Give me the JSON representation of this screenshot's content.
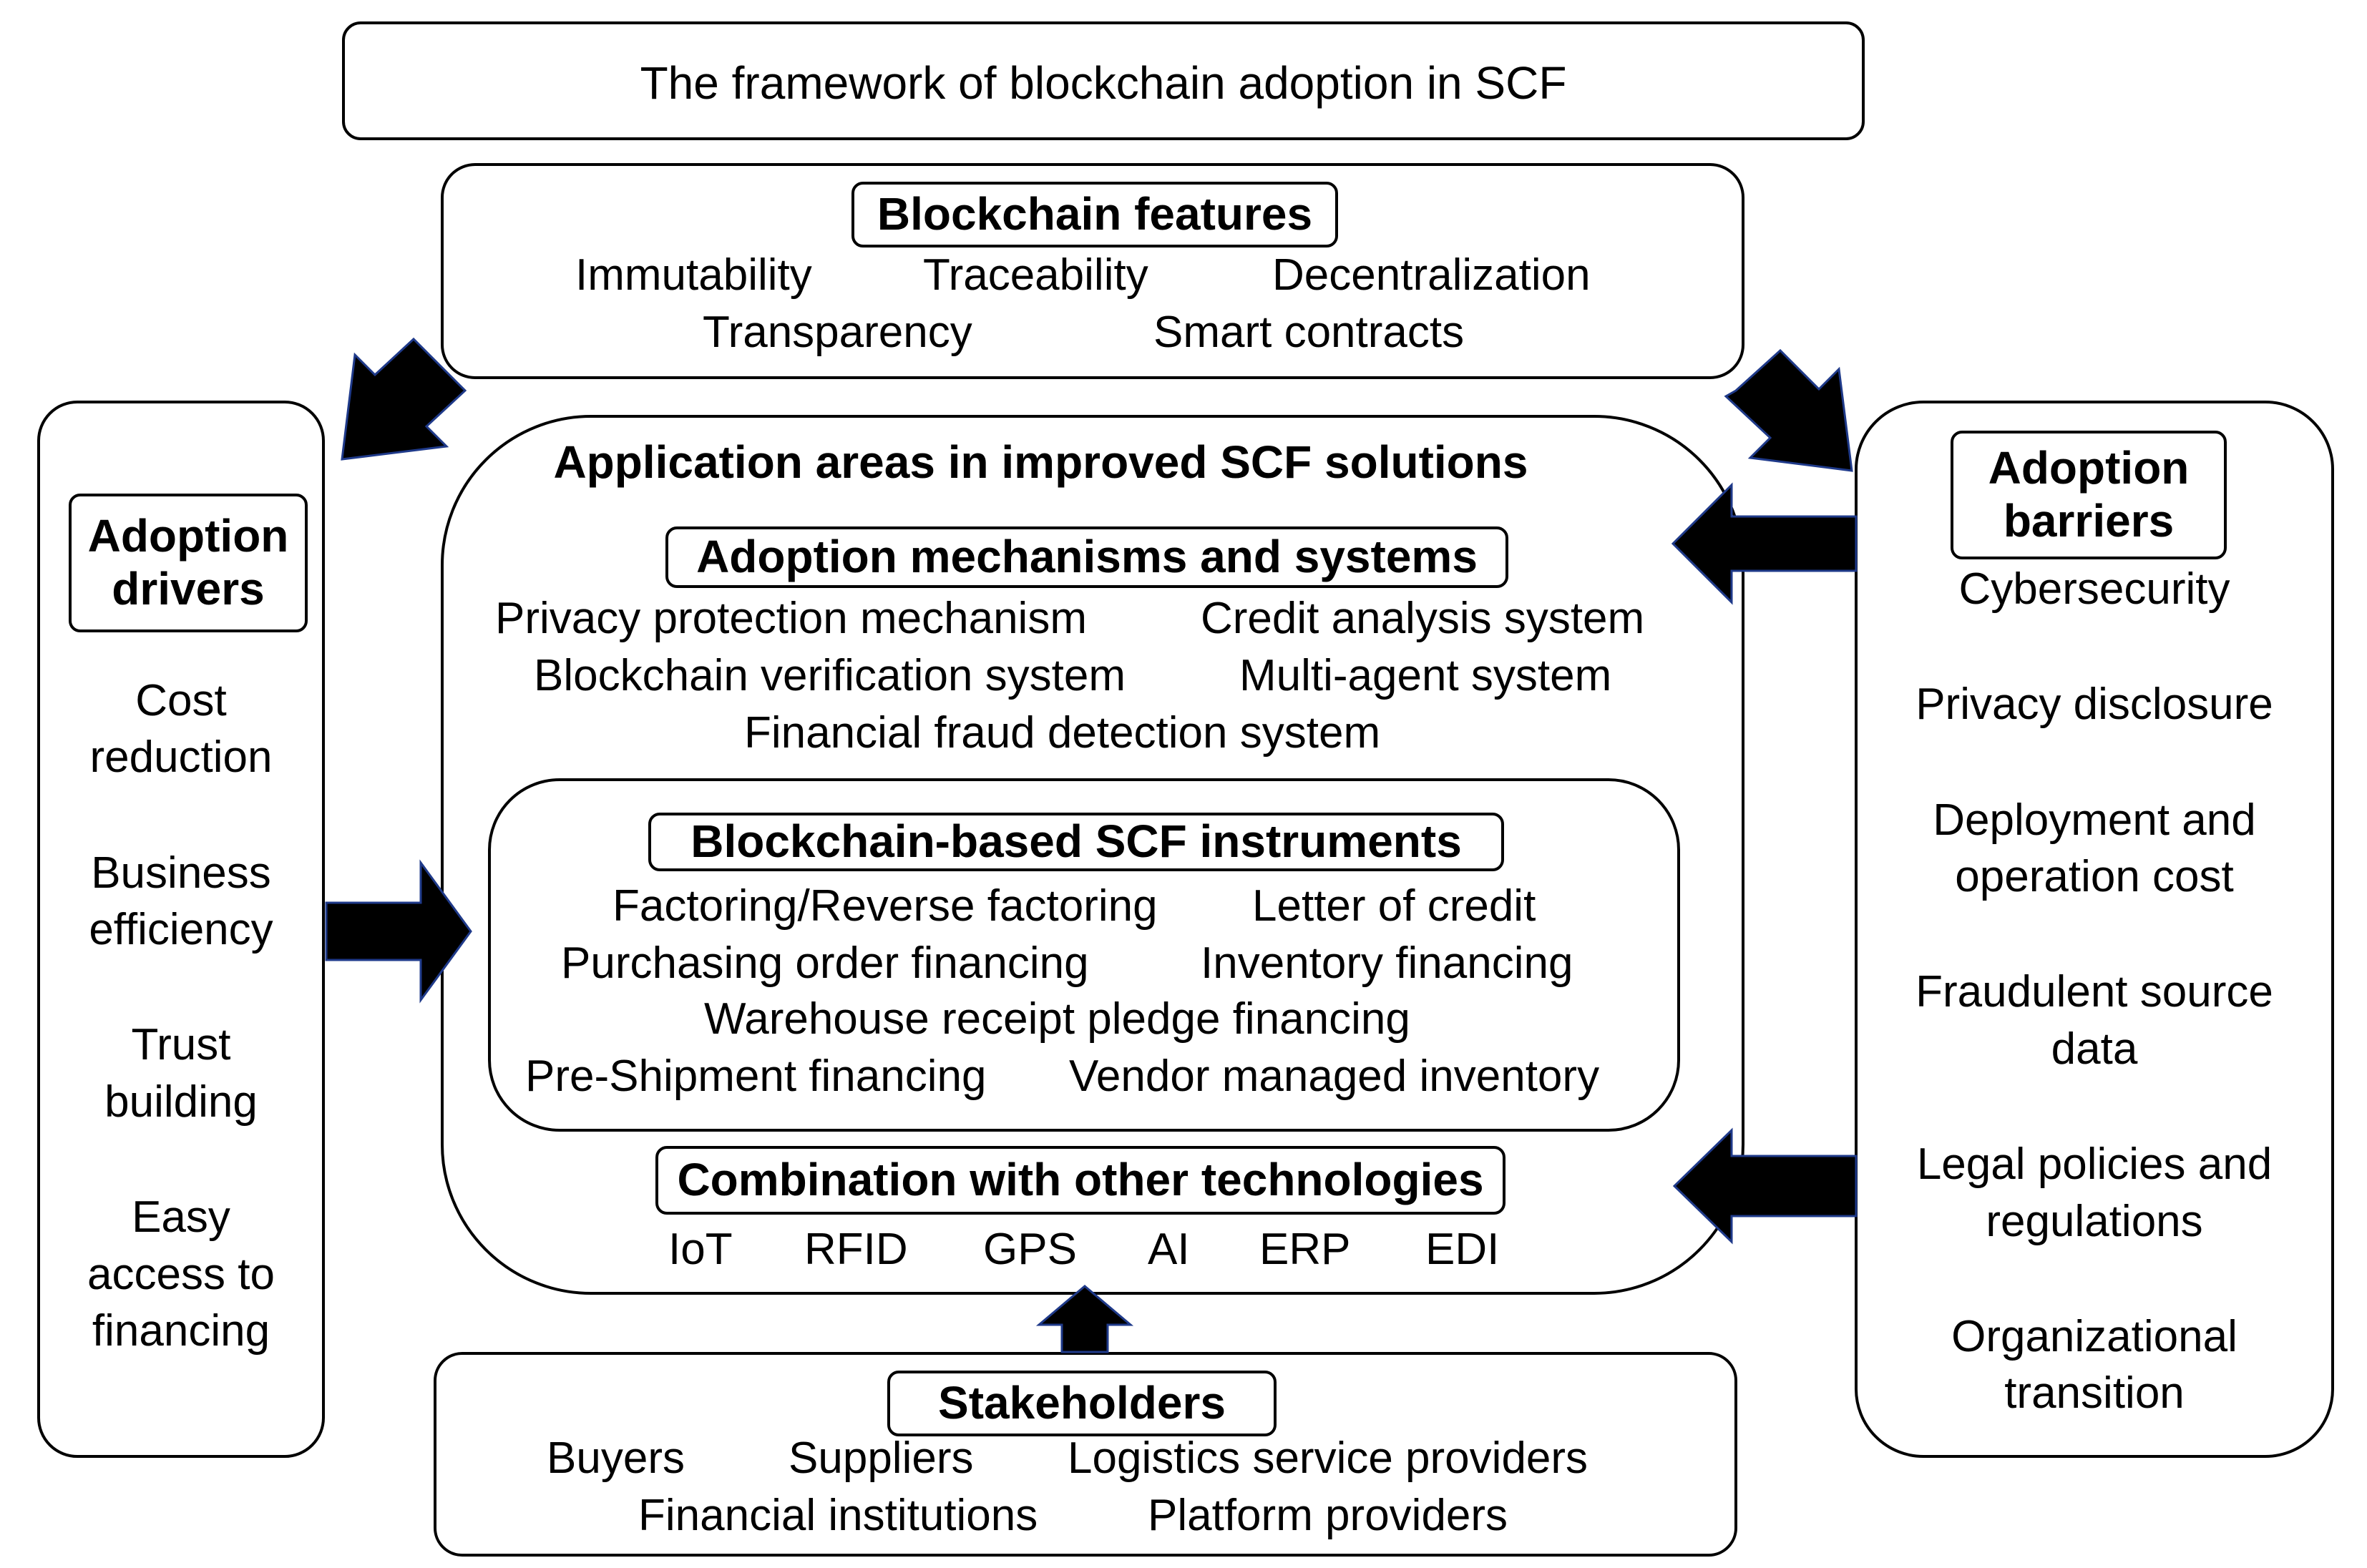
{
  "title": "The framework of blockchain adoption in SCF",
  "blockchain_features": {
    "heading": "Blockchain features",
    "row1": [
      "Immutability",
      "Traceability",
      "Decentralization"
    ],
    "row2": [
      "Transparency",
      "Smart contracts"
    ]
  },
  "adoption_drivers": {
    "heading_lines": [
      "Adoption",
      "drivers"
    ],
    "items": [
      [
        "Cost",
        "reduction"
      ],
      [
        "Business",
        "efficiency"
      ],
      [
        "Trust",
        "building"
      ],
      [
        "Easy",
        "access to",
        "financing"
      ]
    ]
  },
  "adoption_barriers": {
    "heading_lines": [
      "Adoption",
      "barriers"
    ],
    "items": [
      [
        "Cybersecurity"
      ],
      [
        "Privacy disclosure"
      ],
      [
        "Deployment and",
        "operation cost"
      ],
      [
        "Fraudulent source",
        "data"
      ],
      [
        "Legal policies and",
        "regulations"
      ],
      [
        "Organizational",
        "transition"
      ]
    ]
  },
  "application_areas": {
    "heading": "Application areas in improved SCF solutions",
    "mechanisms": {
      "heading": "Adoption mechanisms and systems",
      "row1": [
        "Privacy protection mechanism",
        "Credit analysis system"
      ],
      "row2": [
        "Blockchain verification system",
        "Multi-agent system"
      ],
      "row3": [
        "Financial fraud detection system"
      ]
    },
    "instruments": {
      "heading": "Blockchain-based SCF instruments",
      "row1": [
        "Factoring/Reverse factoring",
        "Letter of credit"
      ],
      "row2": [
        "Purchasing order financing",
        "Inventory financing"
      ],
      "row3": [
        "Warehouse receipt pledge financing"
      ],
      "row4": [
        "Pre-Shipment financing",
        "Vendor managed inventory"
      ]
    },
    "technologies": {
      "heading": "Combination with other technologies",
      "items": [
        "IoT",
        "RFID",
        "GPS",
        "AI",
        "ERP",
        "EDI"
      ]
    }
  },
  "stakeholders": {
    "heading": "Stakeholders",
    "row1": [
      "Buyers",
      "Suppliers",
      "Logistics service providers"
    ],
    "row2": [
      "Financial institutions",
      "Platform providers"
    ]
  },
  "colors": {
    "arrow_fill": "#000000",
    "arrow_outline": "#1f3a8a"
  }
}
